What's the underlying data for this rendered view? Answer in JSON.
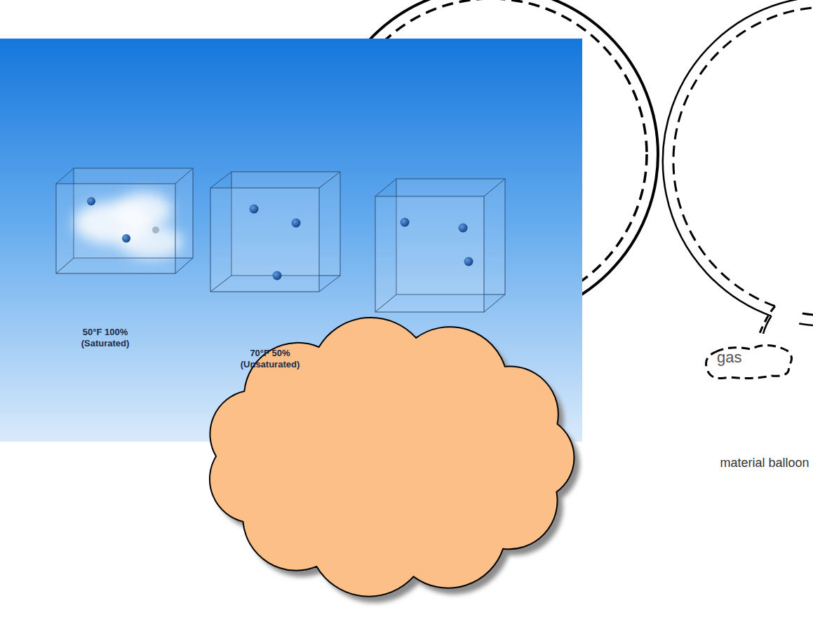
{
  "diagram": {
    "nodes": [
      {
        "text": [
          "gas"
        ]
      }
    ],
    "labels": [
      "50°F 100% (Saturated)",
      "70°F 50% (Unsaturated)",
      "material balloon"
    ]
  }
}
